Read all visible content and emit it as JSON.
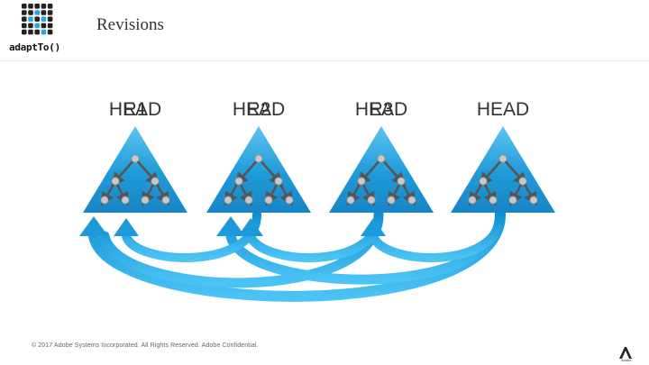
{
  "brand": {
    "logo_text": "adaptTo()",
    "logo_icon": "dot-grid-icon",
    "colors": {
      "dark": "#222222",
      "accent": "#29a8e0"
    }
  },
  "slide": {
    "title": "Revisions",
    "footer": "© 2017 Adobe Systems Incorporated. All Rights Reserved. Adobe Confidential.",
    "corner_logo_label": "Adobe"
  },
  "diagram": {
    "trees": [
      {
        "label": "HEAD",
        "overlay": "R1"
      },
      {
        "label": "HEAD",
        "overlay": "R2"
      },
      {
        "label": "HEAD",
        "overlay": "R3"
      },
      {
        "label": "HEAD",
        "overlay": ""
      }
    ],
    "colors": {
      "triangle": "#1f9ad8",
      "arrow": "#30b0ec",
      "node": "#c8c8c8",
      "edge": "#555555"
    }
  }
}
